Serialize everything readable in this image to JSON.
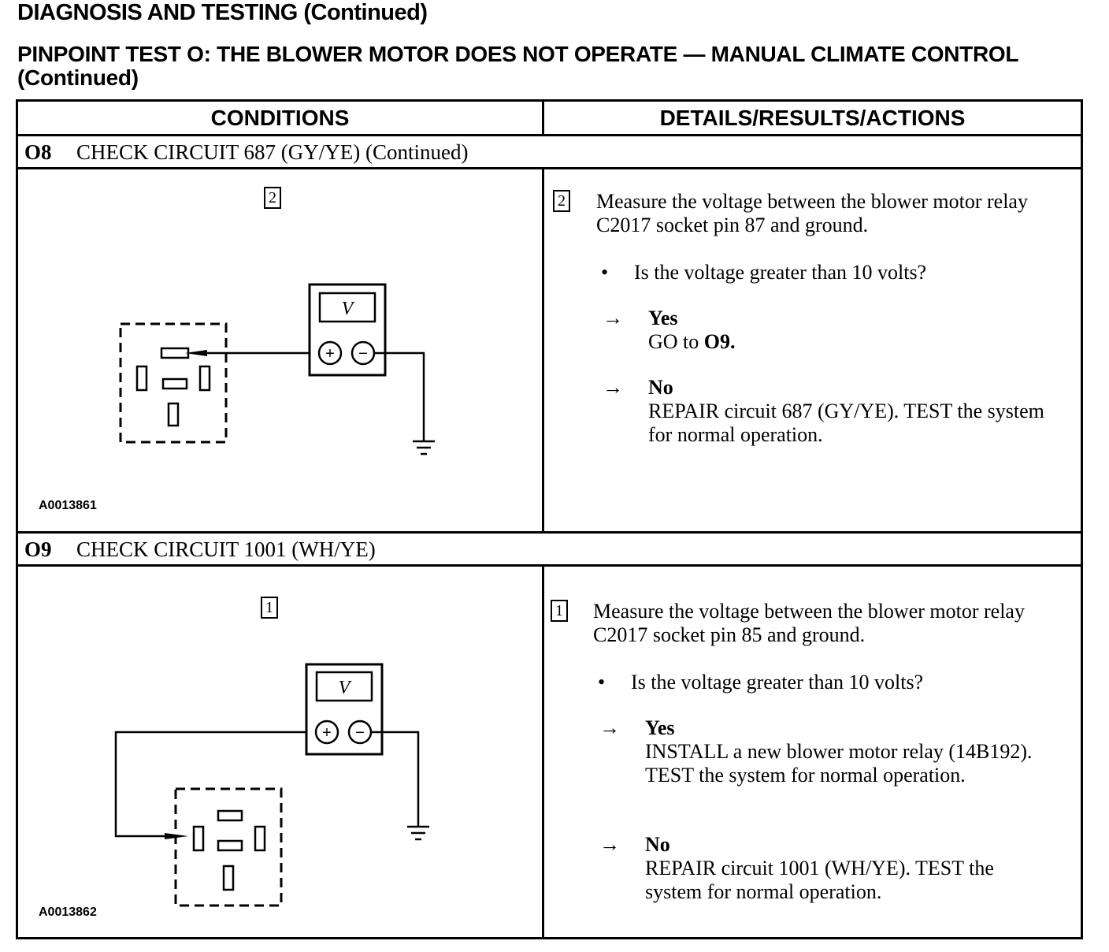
{
  "page": {
    "title": "DIAGNOSIS AND TESTING (Continued)",
    "subtitle": "PINPOINT TEST O: THE BLOWER MOTOR DOES NOT OPERATE — MANUAL CLIMATE CONTROL (Continued)"
  },
  "table": {
    "col_conditions": "CONDITIONS",
    "col_details": "DETAILS/RESULTS/ACTIONS"
  },
  "steps": [
    {
      "id": "O8",
      "title": "CHECK CIRCUIT 687 (GY/YE) (Continued)",
      "figure_step": "2",
      "figure_id": "A0013861",
      "meter_label": "V",
      "meter_plus": "+",
      "meter_minus": "−",
      "detail_step": "2",
      "instruction": "Measure the voltage between the blower motor relay C2017 socket pin 87 and ground.",
      "bullet": "•",
      "question": "Is the voltage greater than 10 volts?",
      "arrow": "→",
      "yes_label": "Yes",
      "yes_text": "GO to ",
      "yes_target": "O9.",
      "no_label": "No",
      "no_text": "REPAIR circuit 687 (GY/YE). TEST the system for normal operation."
    },
    {
      "id": "O9",
      "title": "CHECK CIRCUIT 1001 (WH/YE)",
      "figure_step": "1",
      "figure_id": "A0013862",
      "meter_label": "V",
      "meter_plus": "+",
      "meter_minus": "−",
      "detail_step": "1",
      "instruction": "Measure the voltage between the blower motor relay C2017 socket pin 85 and ground.",
      "bullet": "•",
      "question": "Is the voltage greater than 10 volts?",
      "arrow": "→",
      "yes_label": "Yes",
      "yes_text": "INSTALL a new blower motor relay (14B192). TEST the system for normal operation.",
      "no_label": "No",
      "no_text": "REPAIR circuit 1001 (WH/YE). TEST the system for normal operation."
    }
  ]
}
